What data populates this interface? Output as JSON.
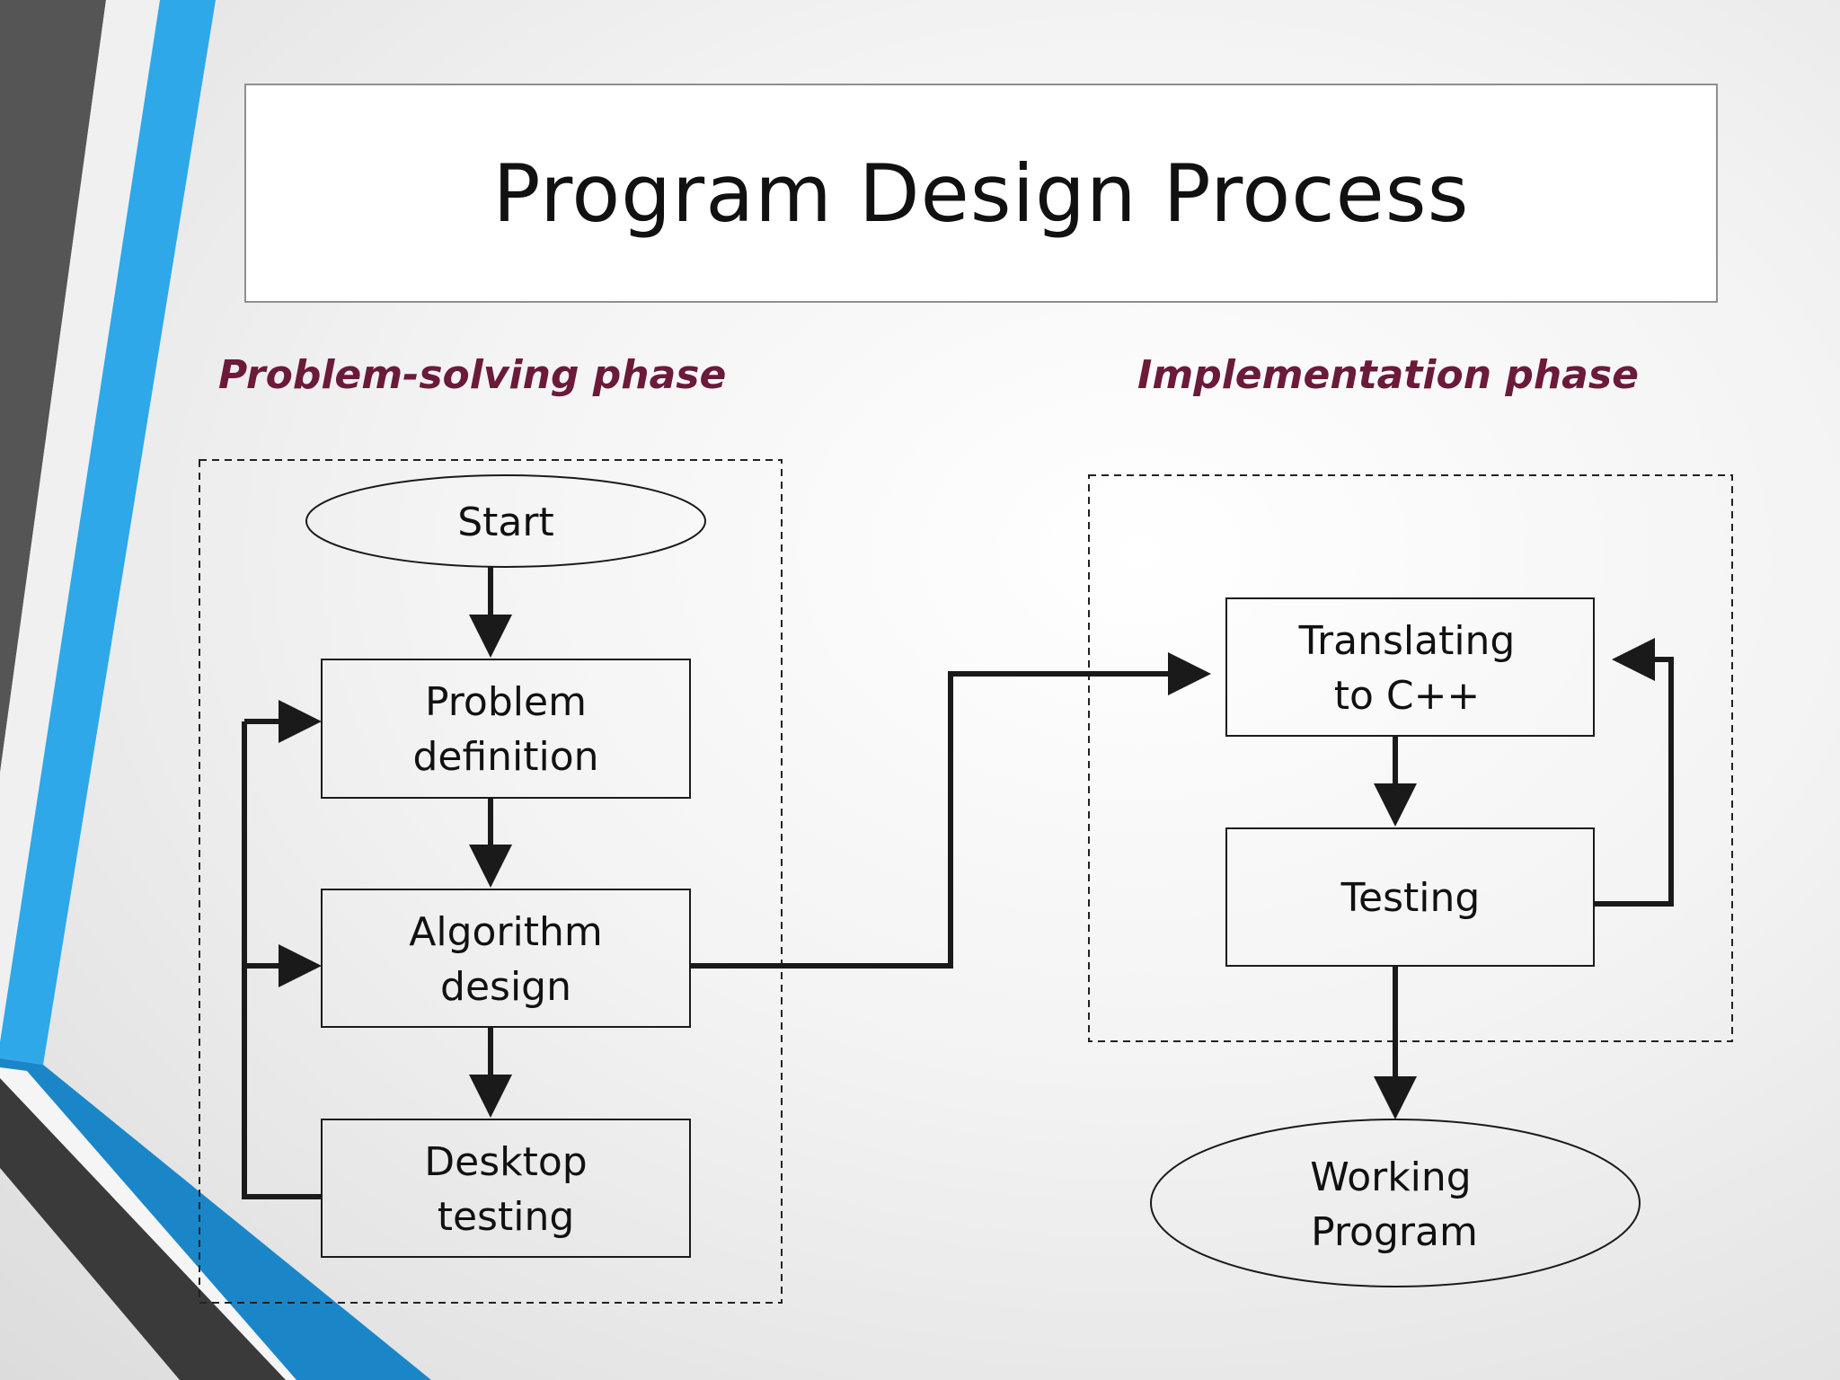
{
  "slide": {
    "title": "Program Design Process",
    "accent_color": "#2ea8e8",
    "dark_stripe_color": "#4a4a4a",
    "phase_label_color": "#6b1a3a"
  },
  "phases": {
    "problem_solving": "Problem-solving phase",
    "implementation": "Implementation phase"
  },
  "nodes": {
    "start": [
      "Start"
    ],
    "problem_definition": [
      "Problem",
      "definition"
    ],
    "algorithm_design": [
      "Algorithm",
      "design"
    ],
    "desktop_testing": [
      "Desktop",
      "testing"
    ],
    "translating": [
      "Translating",
      "to C++"
    ],
    "testing": [
      "Testing"
    ],
    "working_program": [
      "Working",
      "Program"
    ]
  }
}
